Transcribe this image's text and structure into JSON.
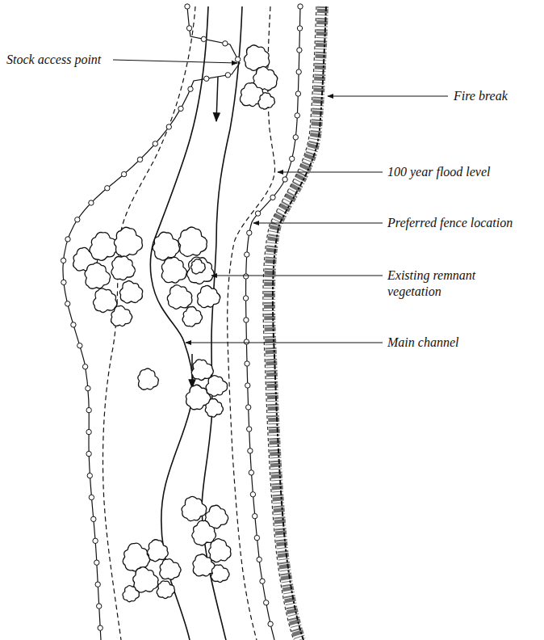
{
  "diagram": {
    "labels": [
      "Stock access point",
      "Fire break",
      "100 year flood level",
      "Preferred fence location",
      "Existing remnant vegetation",
      "Main channel"
    ]
  }
}
